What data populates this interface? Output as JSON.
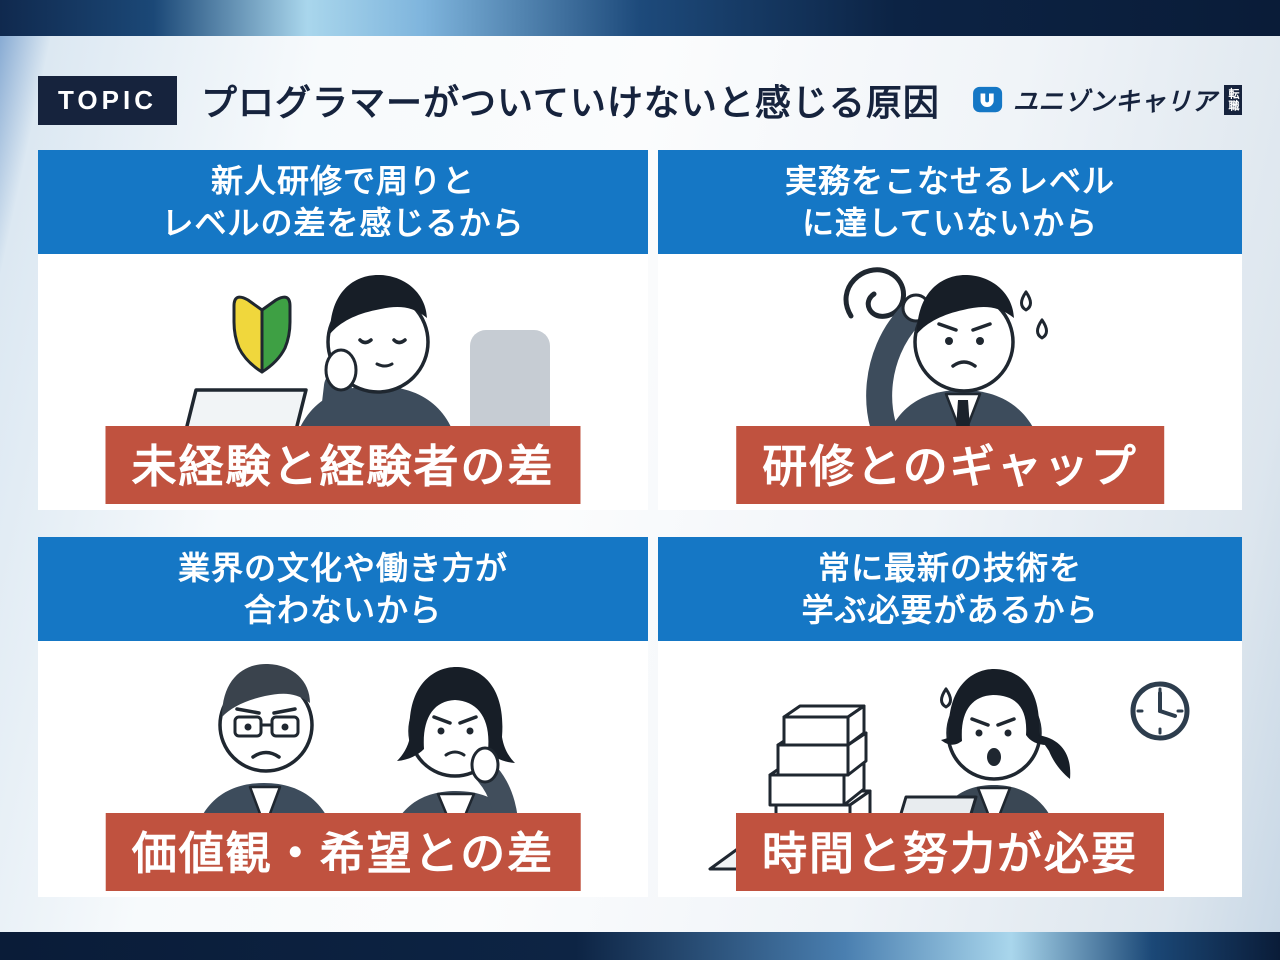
{
  "colors": {
    "blue": "#1577c5",
    "red": "#c0523f",
    "navy": "#16233d",
    "bar-dark": "#0a1c38",
    "bar-light": "#a9d6ec"
  },
  "header": {
    "topic_label": "TOPIC",
    "title": "プログラマーがついていけないと感じる原因"
  },
  "logo": {
    "icon": "unison-career-logo-icon",
    "text": "ユニゾンキャリア",
    "badge": "転職"
  },
  "cards": [
    {
      "heading_line1": "新人研修で周りと",
      "heading_line2": "レベルの差を感じるから",
      "banner": "未経験と経験者の差",
      "illustration": "tired-new-programmer-with-beginner-mark"
    },
    {
      "heading_line1": "実務をこなせるレベル",
      "heading_line2": "に達していないから",
      "banner": "研修とのギャップ",
      "illustration": "confused-man-scratching-head"
    },
    {
      "heading_line1": "業界の文化や働き方が",
      "heading_line2": "合わないから",
      "banner": "価値観・希望との差",
      "illustration": "troubled-man-and-woman"
    },
    {
      "heading_line1": "常に最新の技術を",
      "heading_line2": "学ぶ必要があるから",
      "banner": "時間と努力が必要",
      "illustration": "overworked-woman-with-paper-stack-and-clock"
    }
  ]
}
